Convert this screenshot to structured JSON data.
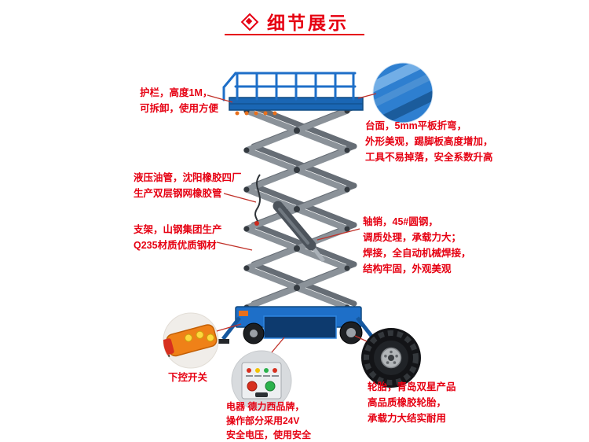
{
  "header": {
    "title": "细节展示"
  },
  "icons": {
    "title_bullet": "diamond-icon"
  },
  "colors": {
    "accent_red": "#e60012",
    "leader_line_red": "#c03028",
    "lift_blue": "#1e6fc8",
    "scissor_gray": "#8b9299",
    "remote_orange": "#ef8118",
    "tire_black": "#131417"
  },
  "annotations": {
    "guardrail": {
      "lines": [
        "护栏，高度1M，",
        "可拆卸，使用方便"
      ]
    },
    "platform": {
      "lines": [
        "台面，5mm平板折弯，",
        "外形美观，踢脚板高度增加，",
        "工具不易掉落，安全系数升高"
      ]
    },
    "hydraulic_hose": {
      "lines": [
        "液压油管，沈阳橡胶四厂",
        "生产双层钢网橡胶管"
      ]
    },
    "bracket": {
      "lines": [
        "支架，山钢集团生产",
        "Q235材质优质钢材"
      ]
    },
    "axle_pin": {
      "lines": [
        "轴销，45#圆钢，",
        "调质处理，承载力大；",
        "焊接，全自动机械焊接，",
        "结构牢固，外观美观"
      ]
    },
    "lower_control": {
      "lines": [
        "下控开关"
      ]
    },
    "electric": {
      "lines": [
        "电器 德力西品牌，",
        "操作部分采用24V",
        "安全电压，使用安全"
      ]
    },
    "tire": {
      "lines": [
        "轮胎，青岛双星产品",
        "高品质橡胶轮胎，",
        "承载力大结实耐用"
      ]
    }
  }
}
